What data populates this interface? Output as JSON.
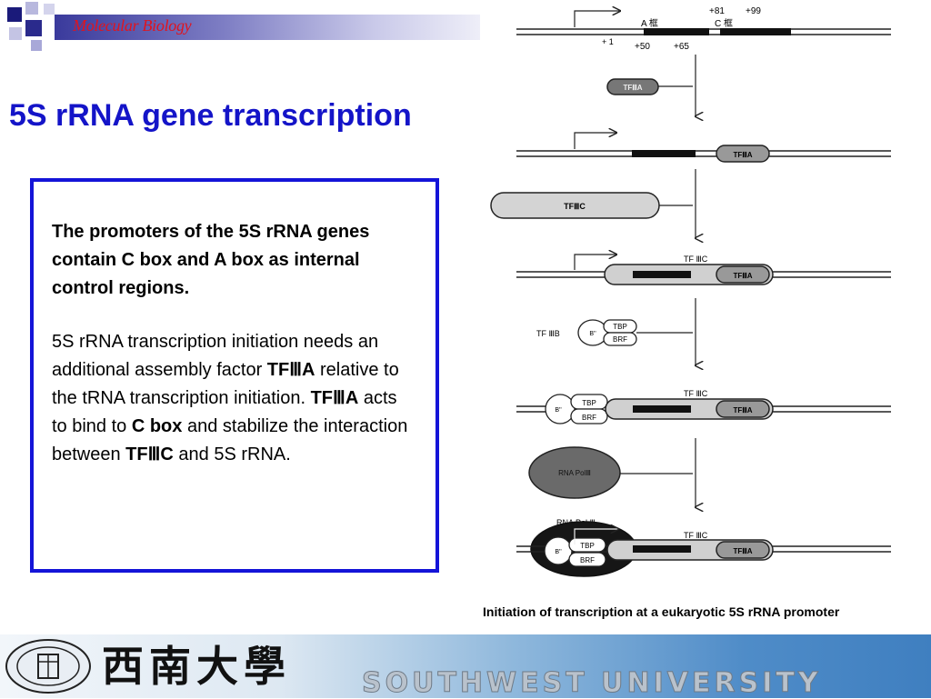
{
  "header": {
    "banner_title": "Molecular Biology",
    "accent_color": "#1414c8",
    "banner_text_color": "#e0141e"
  },
  "slide": {
    "title": "5S rRNA gene transcription"
  },
  "textbox": {
    "para1": "The promoters of the 5S rRNA genes contain C box and A box as internal control regions.",
    "p2_a": "5S rRNA transcription initiation needs an additional assembly factor ",
    "p2_b": "TFⅢA",
    "p2_c": " relative to the tRNA transcription initiation. ",
    "p2_d": "TFⅢA",
    "p2_e": " acts to bind to ",
    "p2_f": "C box",
    "p2_g": " and stabilize the interaction between ",
    "p2_h": "TFⅢC",
    "p2_i": " and 5S rRNA."
  },
  "diagram": {
    "a_box_label": "A 框",
    "c_box_label": "C 框",
    "pos_plus81": "+81",
    "pos_plus99": "+99",
    "pos_plus1": "+ 1",
    "pos_plus50": "+50",
    "pos_plus65": "+65",
    "tf3a": "TFⅢA",
    "tf3c": "TFⅢC",
    "tf3c_spaced": "TF ⅢC",
    "tf3b": "TF ⅢB",
    "tbp": "TBP",
    "brf": "BRF",
    "b_double_prime": "B''",
    "rna_pol3": "RNA PolⅢ",
    "rna_pol3_top": "RNA Pol Ⅲ"
  },
  "caption": "Initiation of transcription at a eukaryotic 5S rRNA promoter",
  "footer": {
    "chinese_name": "西南大學",
    "english_name": "SOUTHWEST UNIVERSITY",
    "seal_icon": "university-seal-icon"
  }
}
